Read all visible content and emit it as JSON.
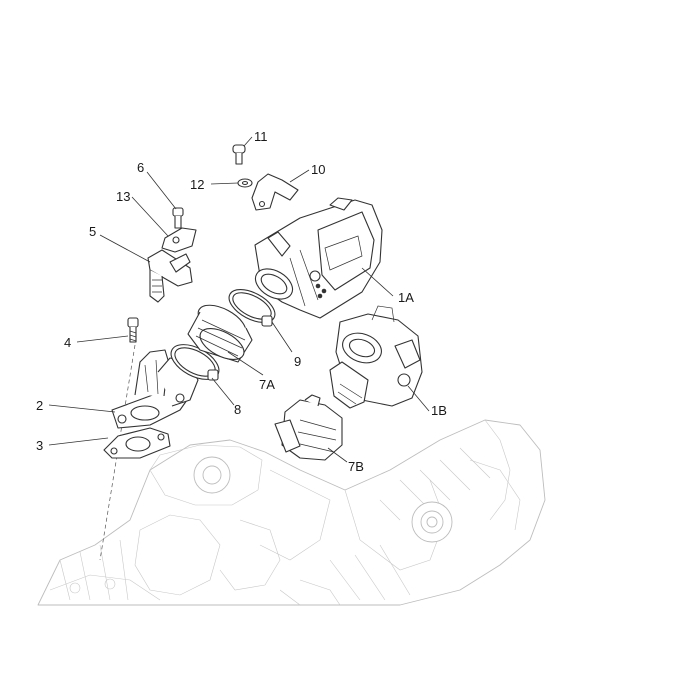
{
  "diagram": {
    "callouts": [
      {
        "id": "c-11",
        "label": "11"
      },
      {
        "id": "c-10",
        "label": "10"
      },
      {
        "id": "c-12",
        "label": "12"
      },
      {
        "id": "c-6",
        "label": "6"
      },
      {
        "id": "c-13",
        "label": "13"
      },
      {
        "id": "c-5",
        "label": "5"
      },
      {
        "id": "c-1A",
        "label": "1A"
      },
      {
        "id": "c-4",
        "label": "4"
      },
      {
        "id": "c-9",
        "label": "9"
      },
      {
        "id": "c-7A",
        "label": "7A"
      },
      {
        "id": "c-1B",
        "label": "1B"
      },
      {
        "id": "c-2",
        "label": "2"
      },
      {
        "id": "c-8",
        "label": "8"
      },
      {
        "id": "c-3",
        "label": "3"
      },
      {
        "id": "c-7B",
        "label": "7B"
      }
    ]
  }
}
